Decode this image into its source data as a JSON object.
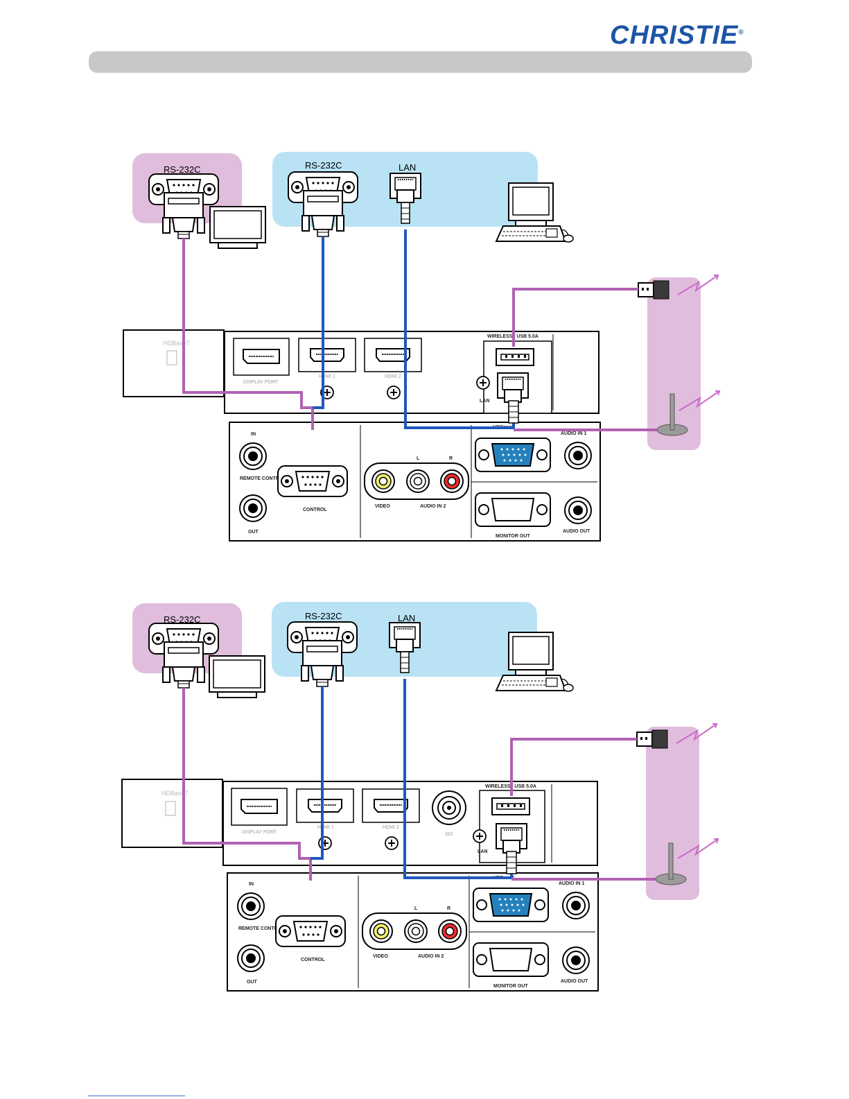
{
  "brand": {
    "logo_text": "CHRISTIE",
    "registered_mark": "®"
  },
  "colors": {
    "pink": "#e0bddc",
    "cyan": "#b9e3f4",
    "cable_pink": "#b061b2",
    "cable_blue": "#1f57bd",
    "logo_blue": "#1d55a6"
  },
  "diagrams": [
    {
      "rs232_left_label": "RS-232C",
      "rs232_mid_label": "RS-232C",
      "lan_label": "LAN",
      "hdbaset_ghost": "HDBaseT",
      "ports": {
        "display_port": "DISPLAY PORT",
        "hdmi1": "HDMI 1",
        "hdmi2": "HDMI 2",
        "wireless": "WIRELESS / USB 5.0A",
        "lan_small": "LAN",
        "hdbaset_port": "HDBaseT",
        "remote_in": "IN",
        "remote_control": "REMOTE CONTROL",
        "remote_out": "OUT",
        "control": "CONTROL",
        "l": "L",
        "r": "R",
        "video": "VIDEO",
        "audio_in2": "AUDIO IN 2",
        "audio_in1": "AUDIO IN 1",
        "monitor_out": "MONITOR OUT",
        "audio_out": "AUDIO OUT"
      }
    },
    {
      "rs232_left_label": "RS-232C",
      "rs232_mid_label": "RS-232C",
      "lan_label": "LAN",
      "hdbaset_ghost": "HDBaseT",
      "ports": {
        "display_port": "DISPLAY PORT",
        "hdmi1": "HDMI 1",
        "hdmi2": "HDMI 2",
        "sdi": "SDI",
        "wireless": "WIRELESS / USB 5.0A",
        "lan_small": "LAN",
        "hdbaset_port": "HDBaseT",
        "remote_in": "IN",
        "remote_control": "REMOTE CONTROL",
        "remote_out": "OUT",
        "control": "CONTROL",
        "l": "L",
        "r": "R",
        "video": "VIDEO",
        "audio_in2": "AUDIO IN 2",
        "audio_in1": "AUDIO IN 1",
        "monitor_out": "MONITOR OUT",
        "audio_out": "AUDIO OUT"
      }
    }
  ]
}
